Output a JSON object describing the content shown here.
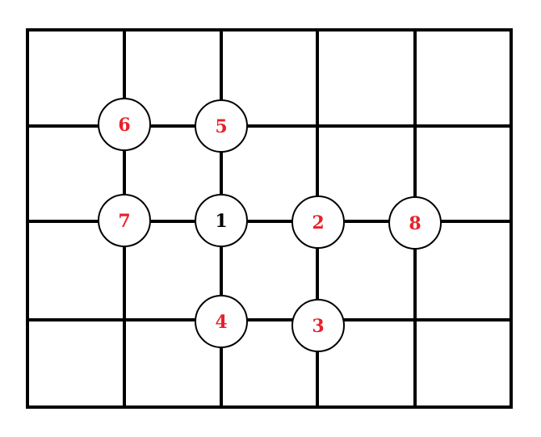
{
  "colors": {
    "line": "#000000",
    "highlight_label": "#e8202a",
    "center_label": "#000000"
  },
  "nodes": [
    {
      "label": "6",
      "col": 1,
      "row": 1,
      "highlight": true
    },
    {
      "label": "5",
      "col": 2,
      "row": 1,
      "highlight": true
    },
    {
      "label": "7",
      "col": 1,
      "row": 2,
      "highlight": true
    },
    {
      "label": "1",
      "col": 2,
      "row": 2,
      "highlight": false
    },
    {
      "label": "2",
      "col": 3,
      "row": 2,
      "highlight": true
    },
    {
      "label": "8",
      "col": 4,
      "row": 2,
      "highlight": true
    },
    {
      "label": "4",
      "col": 2,
      "row": 3,
      "highlight": true
    },
    {
      "label": "3",
      "col": 3,
      "row": 3,
      "highlight": true
    }
  ]
}
